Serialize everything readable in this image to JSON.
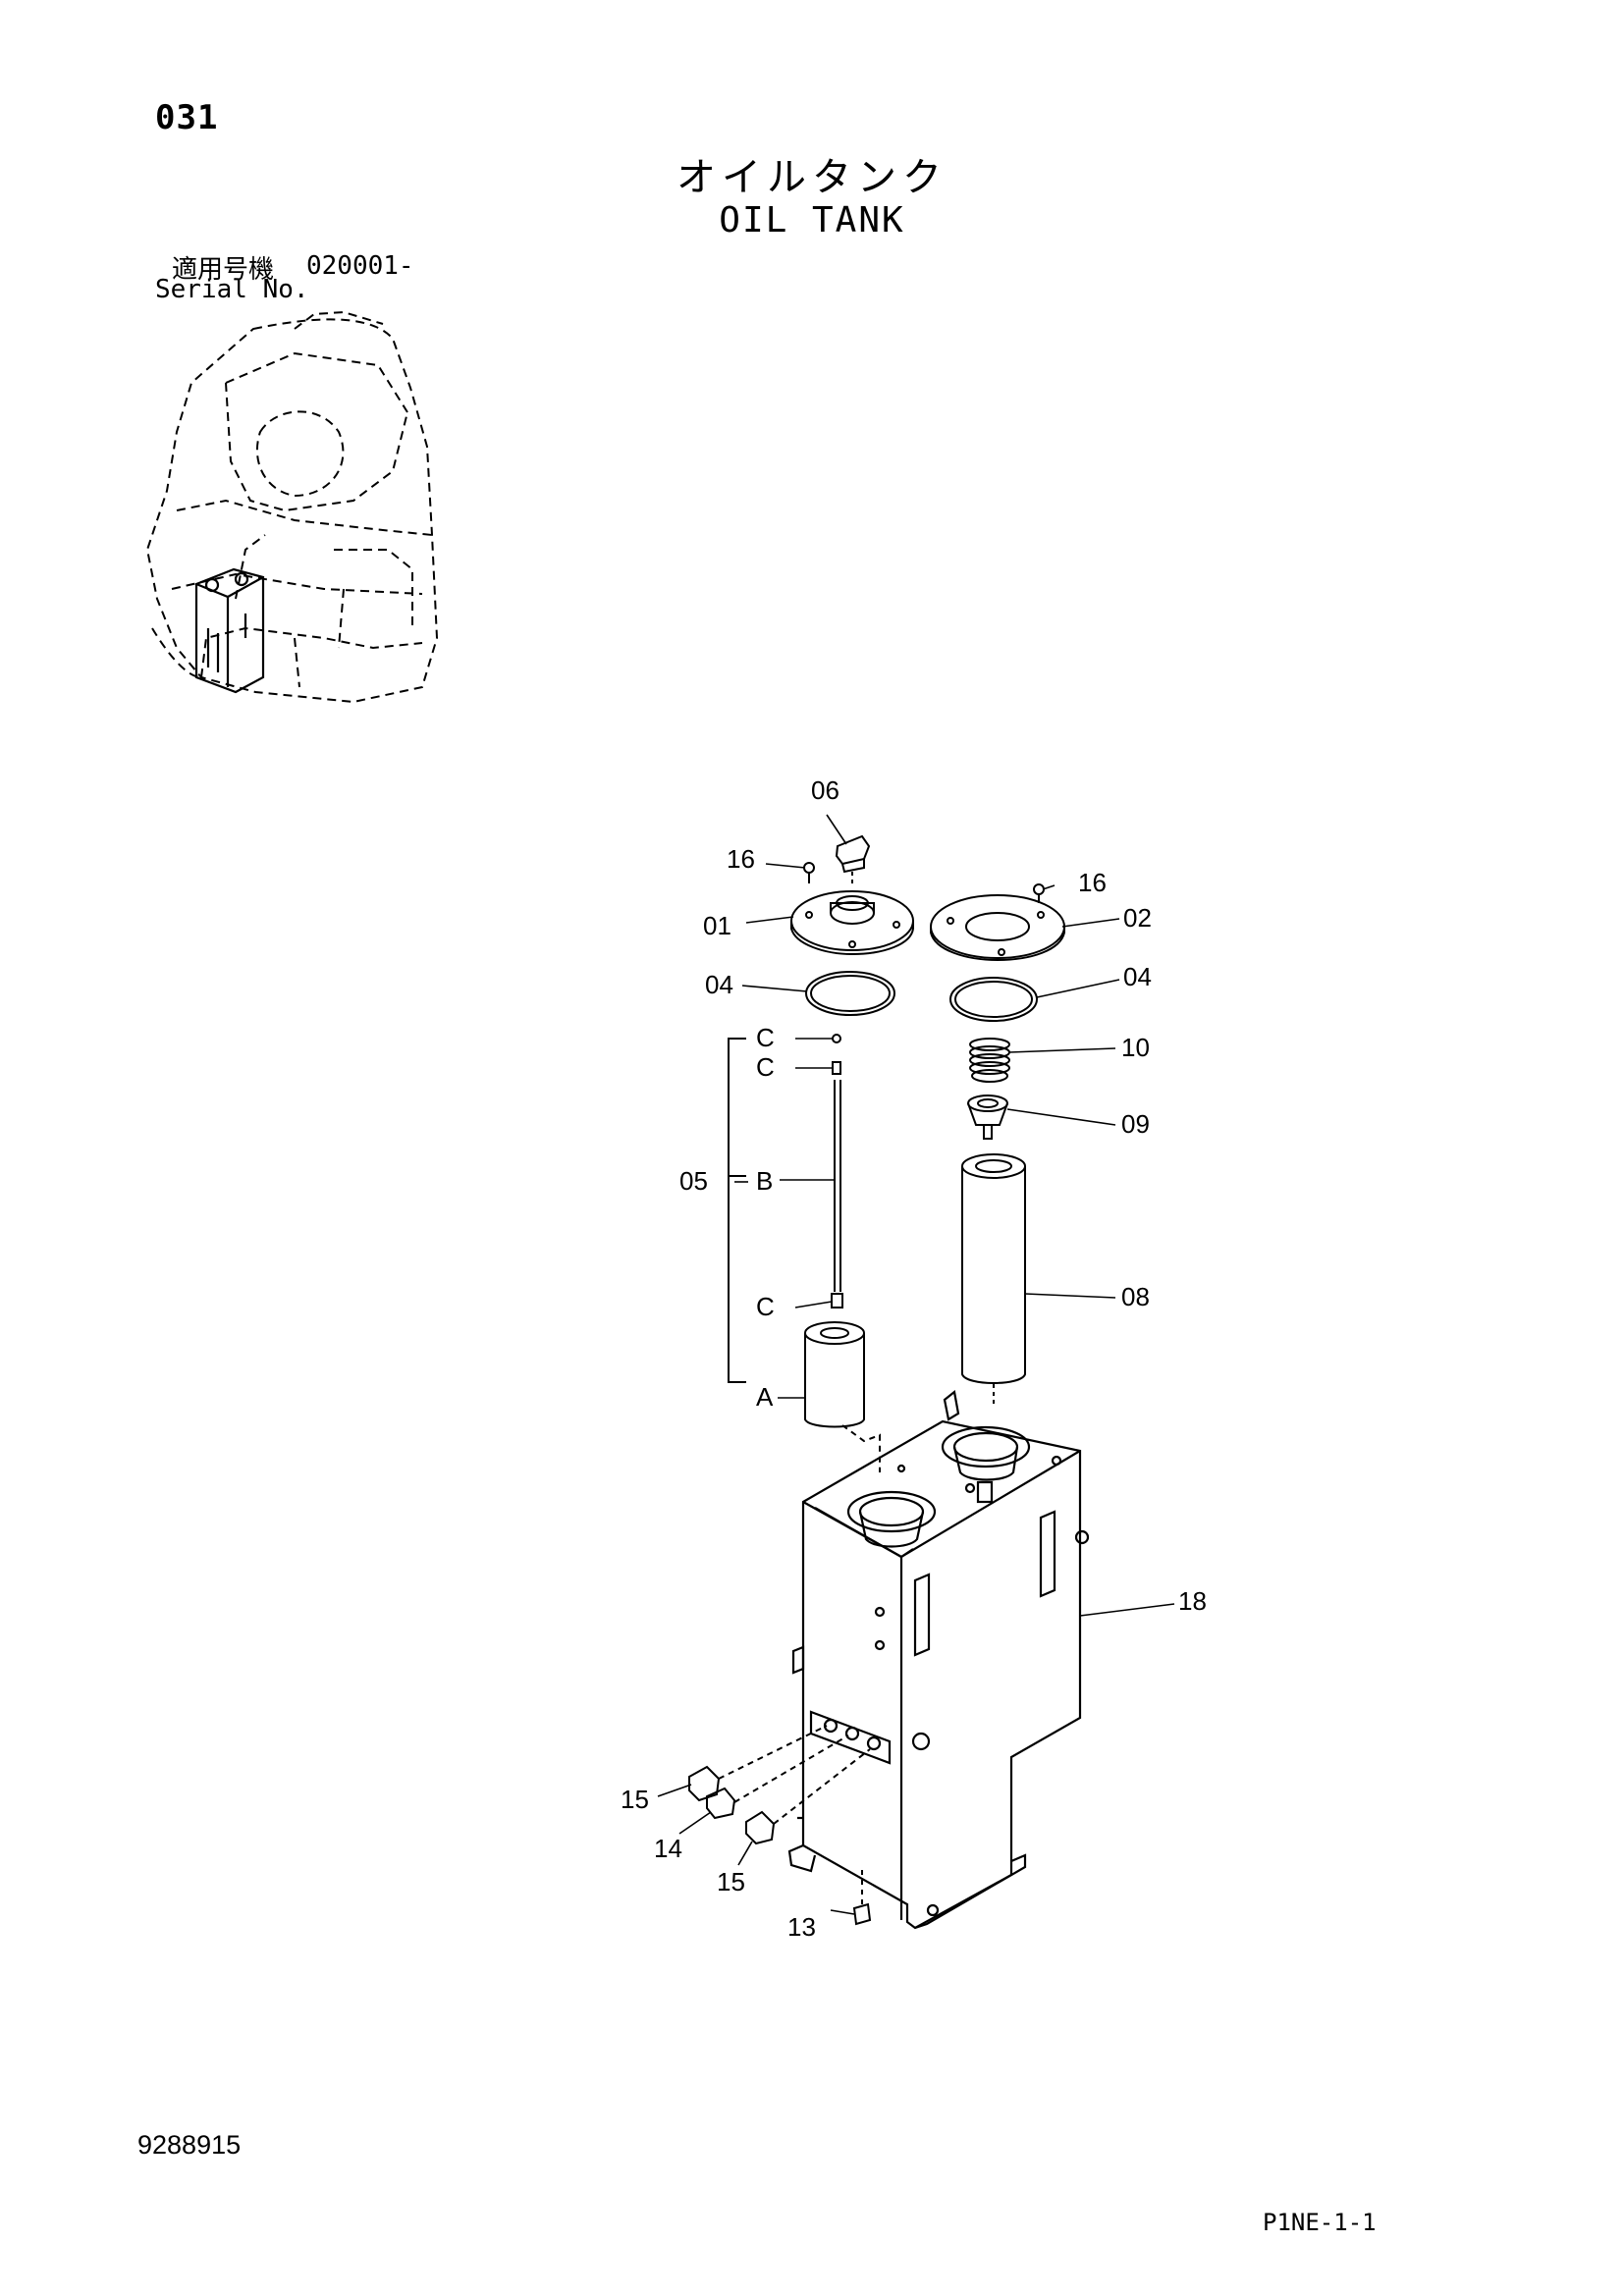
{
  "header": {
    "page_number": "031",
    "title_jp": "オイルタンク",
    "title_en": "OIL TANK",
    "serial_label_jp": "適用号機",
    "serial_value": "020001-",
    "serial_label_en": "Serial No."
  },
  "callouts": {
    "c01": "01",
    "c02": "02",
    "c04a": "04",
    "c04b": "04",
    "c05": "05",
    "c06": "06",
    "c08": "08",
    "c09": "09",
    "c10": "10",
    "c13": "13",
    "c14": "14",
    "c15a": "15",
    "c15b": "15",
    "c16a": "16",
    "c16b": "16",
    "c18": "18",
    "subA": "A",
    "subB": "B",
    "subC1": "C",
    "subC2": "C",
    "subC3": "C"
  },
  "footer": {
    "doc_number": "9288915",
    "page_code": "P1NE-1-1"
  }
}
